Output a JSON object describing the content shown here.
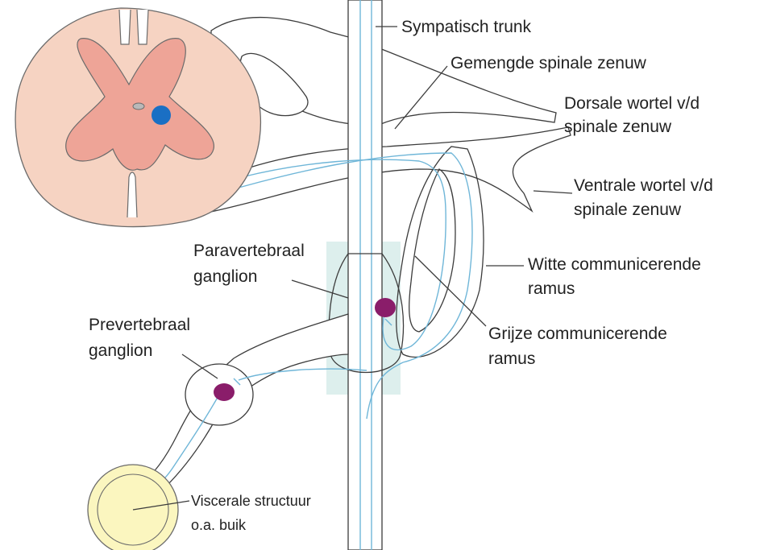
{
  "labels": {
    "sympathetic_trunk": "Sympatisch trunk",
    "mixed_spinal_nerve": "Gemengde spinale zenuw",
    "dorsal_root_1": "Dorsale wortel v/d",
    "dorsal_root_2": "spinale zenuw",
    "ventral_root_1": "Ventrale wortel v/d",
    "ventral_root_2": "spinale zenuw",
    "paravertebral_1": "Paravertebraal",
    "paravertebral_2": "ganglion",
    "white_ramus_1": "Witte communicerende",
    "white_ramus_2": "ramus",
    "prevertebral_1": "Prevertebraal",
    "prevertebral_2": "ganglion",
    "grey_ramus_1": "Grijze communicerende",
    "grey_ramus_2": "ramus",
    "visceral_1": "Viscerale structuur",
    "visceral_2": "o.a. buik"
  },
  "colors": {
    "spinal_cord": "#f6d3c2",
    "grey_matter": "#eea497",
    "nerve_fiber": "#6fb6d8",
    "preganglionic_neuron": "#1a6fc4",
    "ganglion_cell": "#8a1d6a",
    "visceral_organ": "#fbf6bf",
    "ganglion_shade": "#d5ebe9"
  }
}
